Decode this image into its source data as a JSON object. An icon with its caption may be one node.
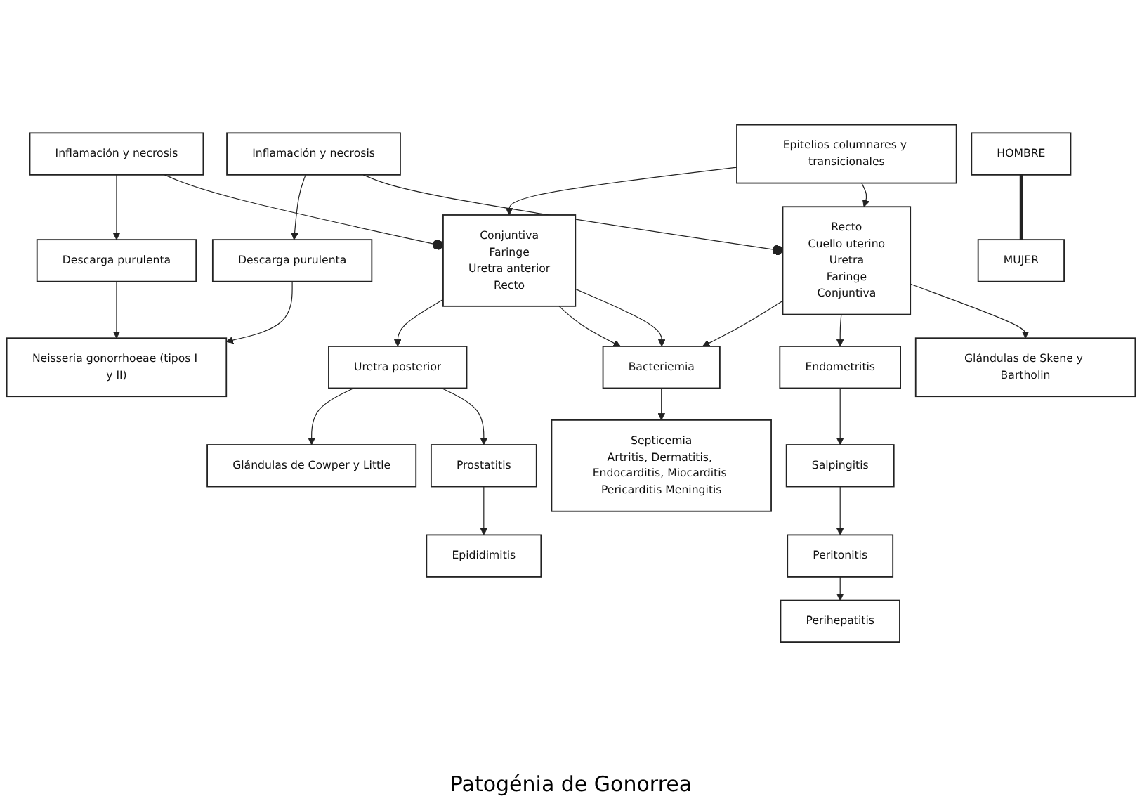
{
  "diagram": {
    "caption": "Patogénia de Gonorrea",
    "nodes": [
      {
        "text": [
          "HOMBRE"
        ]
      },
      {
        "text": [
          "Inflamación y necrosis"
        ]
      },
      {
        "text": [
          "Descarga purulenta"
        ]
      },
      {
        "text": [
          "Conjuntiva",
          "Faringe",
          "Uretra anterior",
          "Recto"
        ]
      },
      {
        "text": [
          "Glándulas de Cowper y Little"
        ]
      },
      {
        "text": [
          "Uretra posterior"
        ]
      },
      {
        "text": [
          "Prostatitis"
        ]
      },
      {
        "text": [
          "Epididimitis"
        ]
      },
      {
        "text": [
          "Neisseria gonorrhoeae (tipos I y II)"
        ]
      },
      {
        "text": [
          "Epitelios columnares y transicionales"
        ]
      },
      {
        "text": [
          "Bacteriemia"
        ]
      },
      {
        "text": [
          "Perihepatitis"
        ]
      },
      {
        "text": [
          "Recto",
          "Cuello uterino",
          "Uretra",
          "Faringe",
          "Conjuntiva"
        ]
      },
      {
        "text": [
          "Peritonitis"
        ]
      },
      {
        "text": [
          "Septicemia",
          "Artritis, Dermatitis, Endocarditis, Miocarditis Pericarditis Meningitis"
        ]
      },
      {
        "text": [
          "Salpingitis"
        ]
      },
      {
        "text": [
          "Descarga purulenta"
        ]
      },
      {
        "text": [
          "Endometritis"
        ]
      },
      {
        "text": [
          "Inflamación y necrosis"
        ]
      },
      {
        "text": [
          "Glándulas de Skene y Bartholin"
        ]
      },
      {
        "text": [
          "MUJER"
        ]
      }
    ],
    "edges": [
      {
        "from": 1,
        "to": 2,
        "arrow": "to"
      },
      {
        "from": 1,
        "to": 3,
        "arrow": "other"
      },
      {
        "from": 2,
        "to": 8,
        "arrow": "to"
      },
      {
        "from": 9,
        "to": 3,
        "arrow": "to"
      },
      {
        "from": 9,
        "to": 12,
        "arrow": "to"
      },
      {
        "from": 16,
        "to": 8,
        "arrow": "to"
      },
      {
        "from": 18,
        "to": 16,
        "arrow": "to"
      },
      {
        "from": 18,
        "to": 12,
        "arrow": "other"
      },
      {
        "from": 5,
        "to": 4,
        "arrow": "to"
      },
      {
        "from": 5,
        "to": 6,
        "arrow": "to"
      },
      {
        "from": 6,
        "to": 7,
        "arrow": "to"
      },
      {
        "from": 3,
        "to": 5,
        "arrow": "to"
      },
      {
        "from": 3,
        "to": 10,
        "arrow": "to"
      },
      {
        "from": 3,
        "to": 10,
        "arrow": "to"
      },
      {
        "from": 12,
        "to": 10,
        "arrow": "to"
      },
      {
        "from": 10,
        "to": 14,
        "arrow": "to"
      },
      {
        "from": 13,
        "to": 11,
        "arrow": "to"
      },
      {
        "from": 15,
        "to": 13,
        "arrow": "to"
      },
      {
        "from": 17,
        "to": 15,
        "arrow": "to"
      },
      {
        "from": 12,
        "to": 17,
        "arrow": "to"
      },
      {
        "from": 12,
        "to": 19,
        "arrow": "to"
      },
      {
        "from": 0,
        "to": 20,
        "arrow": "none",
        "style": "thick"
      }
    ]
  }
}
